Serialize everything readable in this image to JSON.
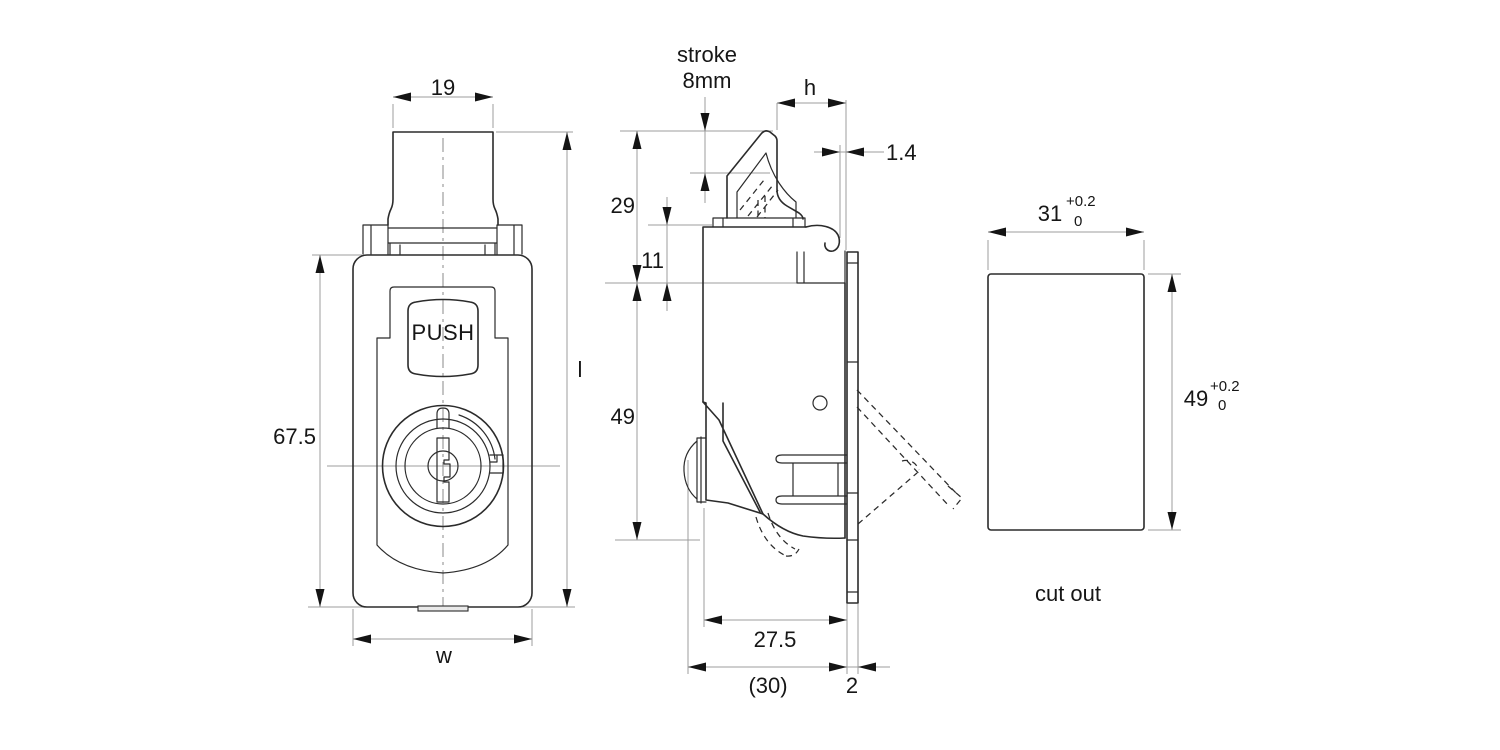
{
  "drawing": {
    "front_view": {
      "push_label": "PUSH",
      "dim_width_top": "19",
      "dim_height_left": "67.5",
      "dim_length_right": "l",
      "dim_width_bottom": "w"
    },
    "side_view": {
      "stroke_line1": "stroke",
      "stroke_line2": "8mm",
      "dim_h": "h",
      "dim_gap": "1.4",
      "dim_upper": "29",
      "dim_mid": "11",
      "dim_lower": "49",
      "dim_depth": "27.5",
      "dim_overall": "(30)",
      "dim_plate": "2"
    },
    "cutout_view": {
      "label": "cut out",
      "width": {
        "value": "31",
        "tol_plus": "+0.2",
        "tol_zero": "0"
      },
      "height": {
        "value": "49",
        "tol_plus": "+0.2",
        "tol_zero": "0"
      }
    },
    "colors": {
      "outline": "#2b2b2b",
      "dimension_line": "#9c9c9c",
      "arrow": "#141414",
      "text": "#161616",
      "background": "#ffffff"
    }
  }
}
